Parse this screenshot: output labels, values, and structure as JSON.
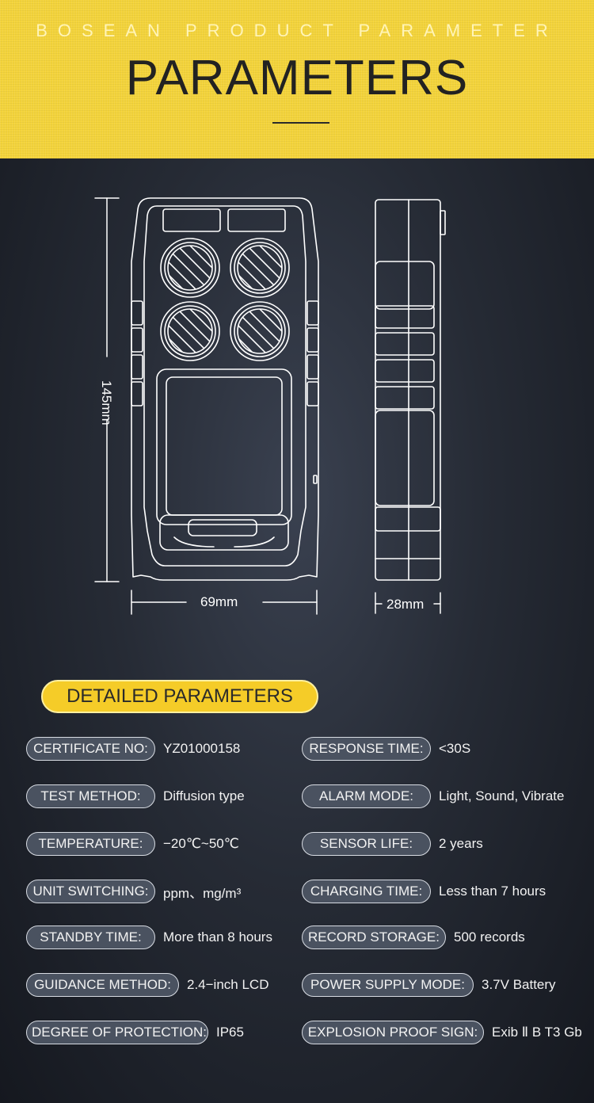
{
  "header": {
    "brand_line": "BOSEAN PRODUCT PARAMETER",
    "title": "PARAMETERS"
  },
  "dimensions": {
    "height": "145mm",
    "width": "69mm",
    "depth": "28mm"
  },
  "section_heading": "DETAILED PARAMETERS",
  "params_left": [
    {
      "label": "CERTIFICATE NO:",
      "value": "YZ01000158"
    },
    {
      "label": "TEST METHOD:",
      "value": "Diffusion type"
    },
    {
      "label": "TEMPERATURE:",
      "value": "−20℃~50℃"
    },
    {
      "label": "UNIT SWITCHING:",
      "value": "ppm、mg/m³"
    },
    {
      "label": "STANDBY TIME:",
      "value": "More than 8 hours"
    },
    {
      "label": "GUIDANCE METHOD:",
      "value": "2.4−inch LCD"
    },
    {
      "label": "DEGREE OF PROTECTION:",
      "value": "IP65"
    }
  ],
  "params_right": [
    {
      "label": "RESPONSE TIME:",
      "value": "<30S"
    },
    {
      "label": "ALARM MODE:",
      "value": "Light, Sound, Vibrate"
    },
    {
      "label": "SENSOR LIFE:",
      "value": "2 years"
    },
    {
      "label": "CHARGING TIME:",
      "value": "Less than 7 hours"
    },
    {
      "label": "RECORD STORAGE:",
      "value": "500 records"
    },
    {
      "label": "POWER SUPPLY MODE:",
      "value": "3.7V Battery"
    },
    {
      "label": "EXPLOSION PROOF SIGN:",
      "value": "Exib Ⅱ B T3 Gb"
    }
  ],
  "colors": {
    "banner": "#f3d33a",
    "accent_pill": "#f5cc28",
    "tag_fill": "#4a5260",
    "line_art": "#ffffff"
  }
}
